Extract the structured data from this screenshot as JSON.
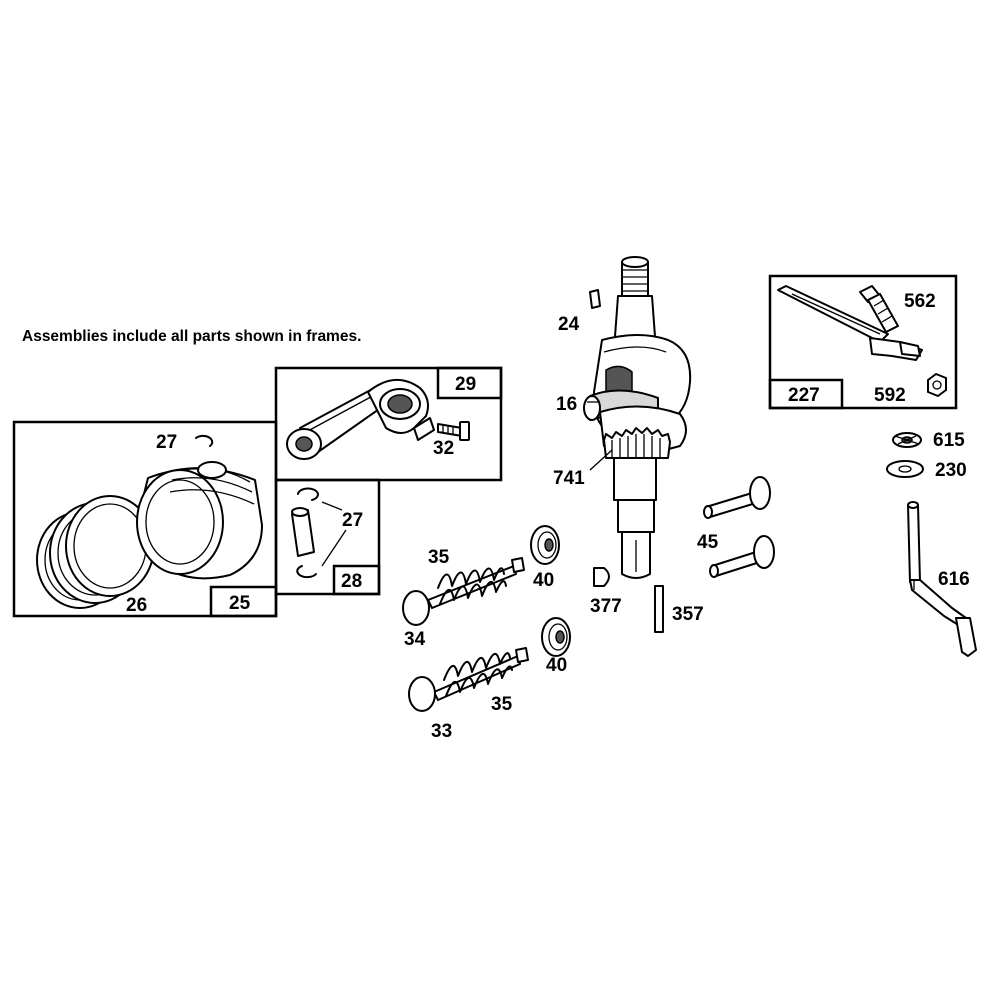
{
  "note": "Assemblies include all parts shown in frames.",
  "labels": {
    "p24": "24",
    "p16": "16",
    "p741": "741",
    "p29": "29",
    "p32": "32",
    "p27a": "27",
    "p27b": "27",
    "p28": "28",
    "p25": "25",
    "p26": "26",
    "p35a": "35",
    "p35b": "35",
    "p34": "34",
    "p33": "33",
    "p40a": "40",
    "p40b": "40",
    "p377": "377",
    "p357": "357",
    "p45": "45",
    "p562": "562",
    "p227": "227",
    "p592": "592",
    "p615": "615",
    "p230": "230",
    "p616": "616"
  }
}
